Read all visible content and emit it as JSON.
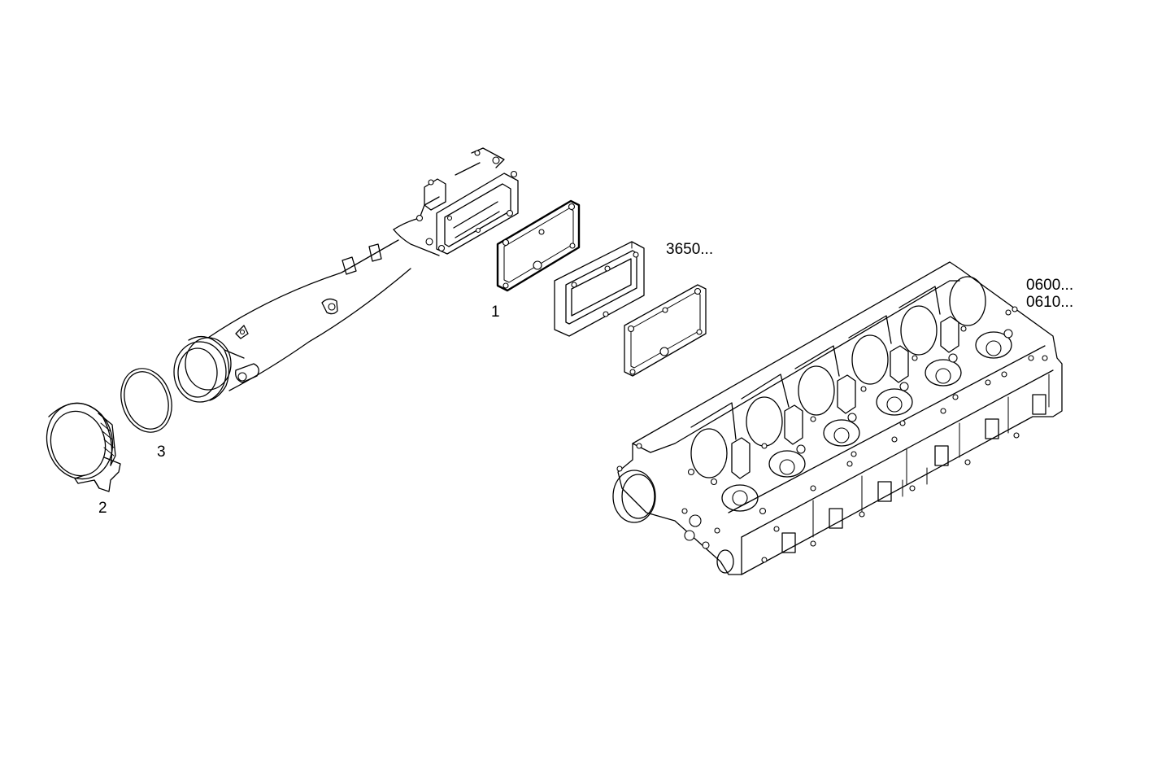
{
  "callouts": {
    "c1": "1",
    "c2": "2",
    "c3": "3",
    "c3650": "3650...",
    "c0600": "0600...",
    "c0610": "0610..."
  }
}
